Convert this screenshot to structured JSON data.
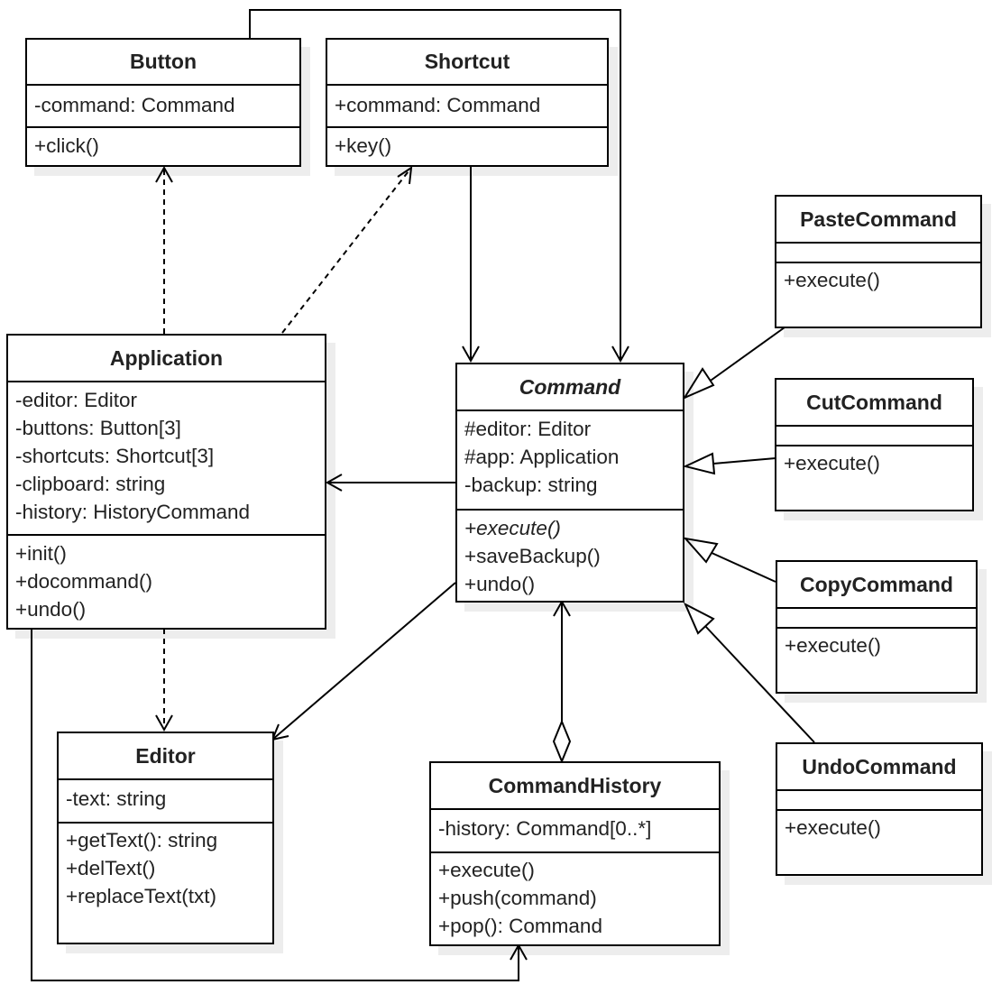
{
  "classes": {
    "button": {
      "name": "Button",
      "attributes": [
        "-command: Command"
      ],
      "methods": [
        "+click()"
      ]
    },
    "shortcut": {
      "name": "Shortcut",
      "attributes": [
        "+command: Command"
      ],
      "methods": [
        "+key()"
      ]
    },
    "application": {
      "name": "Application",
      "attributes": [
        "-editor: Editor",
        "-buttons: Button[3]",
        "-shortcuts: Shortcut[3]",
        "-clipboard: string",
        "-history: HistoryCommand"
      ],
      "methods": [
        "+init()",
        "+docommand()",
        "+undo()"
      ]
    },
    "command": {
      "name": "Command",
      "attributes": [
        "#editor: Editor",
        "#app: Application",
        "-backup: string"
      ],
      "methods": [
        "+execute()",
        "+saveBackup()",
        "+undo()"
      ]
    },
    "editor": {
      "name": "Editor",
      "attributes": [
        "-text: string"
      ],
      "methods": [
        "+getText(): string",
        "+delText()",
        "+replaceText(txt)"
      ]
    },
    "command_history": {
      "name": "CommandHistory",
      "attributes": [
        "-history: Command[0..*]"
      ],
      "methods": [
        "+execute()",
        "+push(command)",
        "+pop(): Command"
      ]
    },
    "paste_command": {
      "name": "PasteCommand",
      "methods": [
        "+execute()"
      ]
    },
    "cut_command": {
      "name": "CutCommand",
      "methods": [
        "+execute()"
      ]
    },
    "copy_command": {
      "name": "CopyCommand",
      "methods": [
        "+execute()"
      ]
    },
    "undo_command": {
      "name": "UndoCommand",
      "methods": [
        "+execute()"
      ]
    }
  }
}
